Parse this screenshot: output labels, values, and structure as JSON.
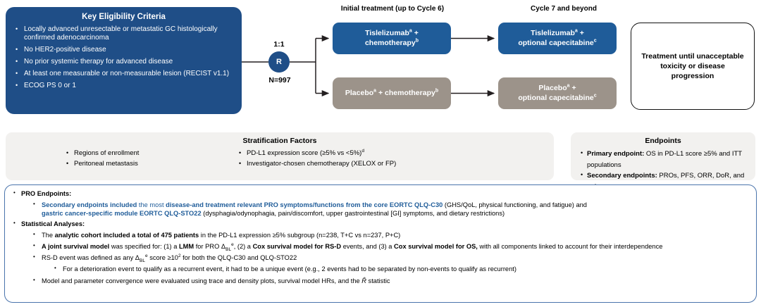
{
  "colors": {
    "navy": "#1F4E87",
    "blue": "#1F5C99",
    "gray_arm": "#9C938A",
    "panel_bg": "#F2F1EF",
    "pro_border": "#4A74AC"
  },
  "eligibility": {
    "title": "Key Eligibility Criteria",
    "items": [
      "Locally advanced unresectable or metastatic GC histologically confirmed adenocarcinoma",
      "No HER2-positive disease",
      "No prior systemic therapy for advanced disease",
      "At least one measurable or non-measurable lesion (RECIST v1.1)",
      "ECOG PS 0 or 1"
    ]
  },
  "randomization": {
    "ratio": "1:1",
    "node_label": "R",
    "n_label": "N=997"
  },
  "columns": {
    "initial": "Initial treatment (up to Cycle 6)",
    "cycle7": "Cycle 7 and beyond"
  },
  "arms": {
    "tis_initial_line1": "Tislelizumab",
    "tis_initial_sup1": "a",
    "tis_initial_mid": " +",
    "tis_initial_line2": "chemotherapy",
    "tis_initial_sup2": "b",
    "pbo_initial_line1": "Placebo",
    "pbo_initial_sup1": "a",
    "pbo_initial_mid": " + chemotherapy",
    "pbo_initial_sup2": "b",
    "tis_c7_line1": "Tislelizumab",
    "tis_c7_sup1": "a",
    "tis_c7_mid": " +",
    "tis_c7_line2": "optional capecitabine",
    "tis_c7_sup2": "c",
    "pbo_c7_line1": "Placebo",
    "pbo_c7_sup1": "a",
    "pbo_c7_mid": " +",
    "pbo_c7_line2": "optional capecitabine",
    "pbo_c7_sup2": "c"
  },
  "outcome": {
    "text": "Treatment until unacceptable toxicity or disease progression"
  },
  "stratification": {
    "title": "Stratification Factors",
    "col_a": [
      "Regions of enrollment",
      "Peritoneal metastasis"
    ],
    "col_b_1_text": "PD-L1 expression score (≥5% vs <5%)",
    "col_b_1_sup": "d",
    "col_b_2_text": "Investigator-chosen chemotherapy (XELOX or FP)"
  },
  "endpoints": {
    "title": "Endpoints",
    "primary_label": "Primary endpoint:",
    "primary_text": " OS in PD-L1 score ≥5% and ITT populations",
    "secondary_label": "Secondary endpoints:",
    "secondary_text": " PROs, PFS, ORR, DoR, and safety"
  },
  "pro": {
    "heading": "PRO Endpoints:",
    "sec_a": "Secondary endpoints included",
    "sec_b": " the most ",
    "sec_c": "disease-and treatment relevant PRO symptoms/functions from the core EORTC QLQ-C30",
    "sec_d": " (GHS/QoL, physical functioning, and fatigue) and",
    "sec_e": "gastric cancer-specific module EORTC QLQ-STO22",
    "sec_f": " (dysphagia/odynophagia, pain/discomfort, upper gastrointestinal [GI] symptoms, and dietary restrictions)",
    "stats_heading": "Statistical Analyses:",
    "stat1_a": "The ",
    "stat1_b": "analytic cohort included a total of 475 patients",
    "stat1_c": " in the PD-L1 expression ≥5% subgroup (n=238, T+C vs n=237, P+C)",
    "stat2_a": "A joint survival model",
    "stat2_b": " was specified for: (1) a ",
    "stat2_c": "LMM",
    "stat2_d": " for PRO Δ",
    "stat2_sub": "BL",
    "stat2_sup": "e",
    "stat2_e": ", (2) a ",
    "stat2_f": "Cox survival model for RS-D",
    "stat2_g": " events, and (3) a ",
    "stat2_h": "Cox survival model for OS,",
    "stat2_i": " with all components linked to account for their interdependence",
    "stat3_a": "RS-D event was defined as any Δ",
    "stat3_sub": "BL",
    "stat3_sup": "e",
    "stat3_b": " score ≥10",
    "stat3_sup2": "2",
    "stat3_c": " for both the QLQ-C30 and QLQ-STO22",
    "stat4": "For a deterioration event to qualify as a recurrent event, it had to be a unique event (e.g., 2 events had to be separated by non-events to qualify as recurrent)",
    "stat5_a": "Model and parameter convergence were evaluated using trace and density plots, survival model HRs, and the ",
    "stat5_rhat": "R̂",
    "stat5_b": " statistic"
  }
}
